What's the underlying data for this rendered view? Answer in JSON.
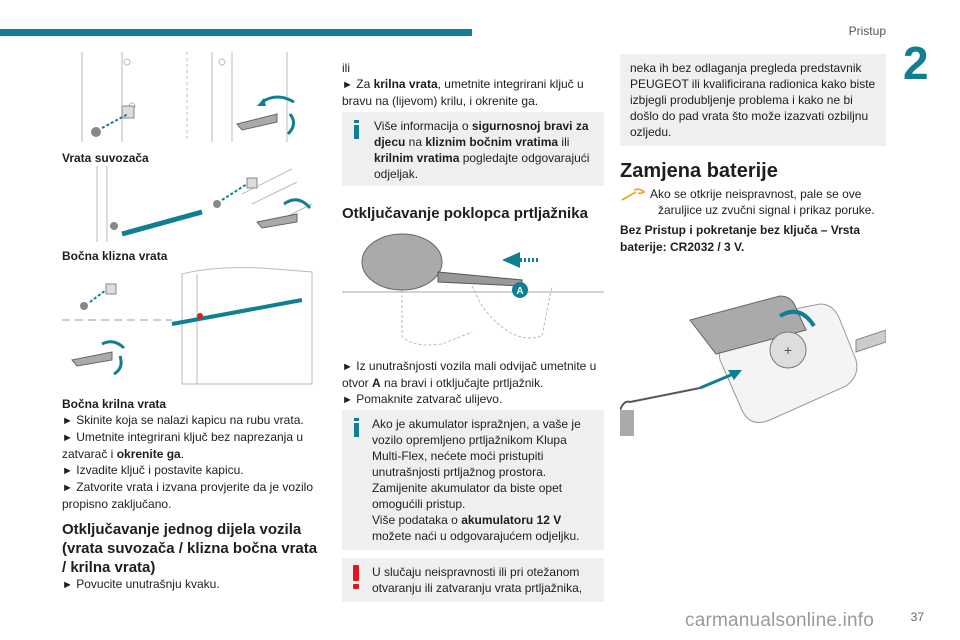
{
  "header": {
    "title": "Pristup",
    "chapter": "2",
    "page_number": "37"
  },
  "watermark": "carmanualsonline.info",
  "col1": {
    "caption1": "Vrata suvozača",
    "caption2": "Bočna klizna vrata",
    "caption3": "Bočna krilna vrata",
    "steps": [
      {
        "arrow": "►",
        "text": "Skinite koja se nalazi kapicu na rubu vrata."
      },
      {
        "arrow": "►",
        "text_before": "Umetnite integrirani ključ bez naprezanja u zatvarač i ",
        "bold": "okrenite ga",
        "text_after": "."
      },
      {
        "arrow": "►",
        "text": "Izvadite ključ i postavite kapicu."
      },
      {
        "arrow": "►",
        "text": "Zatvorite vrata i izvana provjerite da je vozilo propisno zaključano."
      }
    ],
    "section_title": "Otključavanje jednog dijela vozila (vrata suvozača / klizna bočna vrata / krilna vrata)",
    "section_step": {
      "arrow": "►",
      "text": "Povucite unutrašnju kvaku."
    }
  },
  "col2": {
    "intro_or": "ili",
    "intro_arrow": "►",
    "intro_prefix": "Za ",
    "intro_bold": "krilna vrata",
    "intro_rest": ", umetnite integrirani ključ u bravu na (lijevom) krilu, i okrenite ga.",
    "note1": {
      "t1": "Više informacija o ",
      "b1": "sigurnosnoj bravi za djecu",
      "t2": " na ",
      "b2": "kliznim bočnim vratima",
      "t3": " ili ",
      "b3": "krilnim vratima",
      "t4": " pogledajte odgovarajući odjeljak."
    },
    "section_title": "Otključavanje poklopca prtljažnika",
    "figure_label": "A",
    "step1": {
      "arrow": "►",
      "t1": "Iz unutrašnjosti vozila mali odvijač umetnite u otvor ",
      "b1": "A",
      "t2": " na bravi i otključajte prtljažnik."
    },
    "step2": {
      "arrow": "►",
      "text": "Pomaknite zatvarač ulijevo."
    },
    "note2": {
      "p1": "Ako je akumulator ispražnjen, a vaše je vozilo opremljeno prtljažnikom Klupa Multi-Flex, nećete moći pristupiti unutrašnjosti prtljažnog prostora.",
      "p2": "Zamijenite akumulator da biste opet omogućili pristup.",
      "p3_t1": "Više podataka o ",
      "p3_b1": "akumulatoru 12 V",
      "p3_t2": " možete naći u odgovarajućem odjeljku."
    },
    "warning": {
      "text": "U slučaju neispravnosti ili pri otežanom otvaranju ili zatvaranju vrata prtljažnika,"
    }
  },
  "col3": {
    "warning_cont": "neka ih bez odlaganja pregleda predstavnik PEUGEOT ili kvalificirana radionica kako biste izbjegli produbljenje problema i kako ne bi došlo do pad vrata što može izazvati ozbiljnu ozljedu.",
    "section_title": "Zamjena baterije",
    "tip": "Ako se otkrije neispravnost, pale se ove žaruljice uz zvučni signal i prikaz poruke.",
    "battery_heading": "Bez Pristup i pokretanje bez ključa – Vrsta baterije: CR2032 / 3 V."
  },
  "colors": {
    "accent": "#0f7f91",
    "warning": "#e3141d",
    "note_bg": "#efefef"
  }
}
